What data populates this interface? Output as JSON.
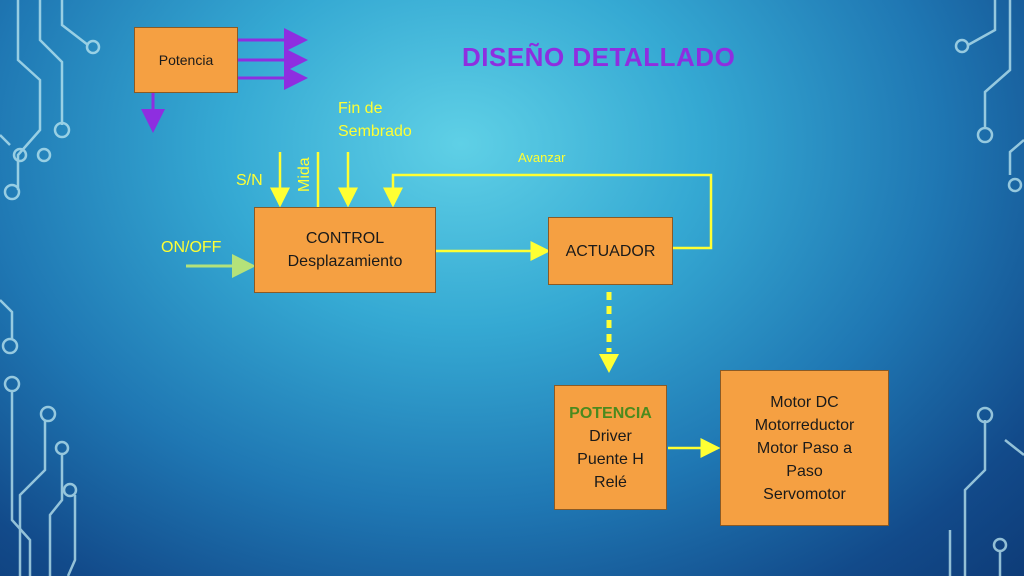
{
  "slide": {
    "title": "DISEÑO DETALLADO"
  },
  "boxes": {
    "potencia_top": "Potencia",
    "control": [
      "CONTROL",
      "Desplazamiento"
    ],
    "actuador": "ACTUADOR",
    "potencia_driver": [
      "POTENCIA",
      "Driver",
      "Puente H",
      "Relé"
    ],
    "motors": [
      "Motor DC",
      "Motorreductor",
      "Motor Paso a",
      "Paso",
      "Servomotor"
    ]
  },
  "signals": {
    "fin_de": "Fin de",
    "sembrado": "Sembrado",
    "mida": "Mida",
    "sn": "S/N",
    "on_off": "ON/OFF",
    "avanzar": "Avanzar"
  },
  "colors": {
    "arrow_yellow": "#ffff33",
    "arrow_purple": "#8e2ee0",
    "box_orange": "#f5a042",
    "title_purple": "#8e2ee0",
    "potencia_green": "#4b8a1e"
  }
}
